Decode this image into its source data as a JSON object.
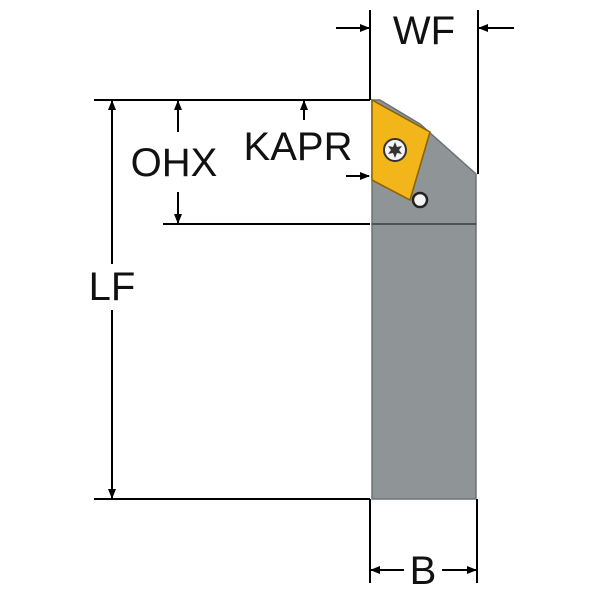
{
  "labels": {
    "wf": "WF",
    "ohx": "OHX",
    "kapr": "KAPR",
    "lf": "LF",
    "b": "B"
  },
  "colors": {
    "shank_fill": "#8f9497",
    "shank_edge": "#6d7275",
    "insert_fill": "#f2b51a",
    "insert_edge": "#8a6200",
    "line": "#000000",
    "background": "#ffffff"
  },
  "icons": {
    "insert_screw": "torx-screw-icon",
    "clamp_pin": "clamp-pin-icon"
  }
}
